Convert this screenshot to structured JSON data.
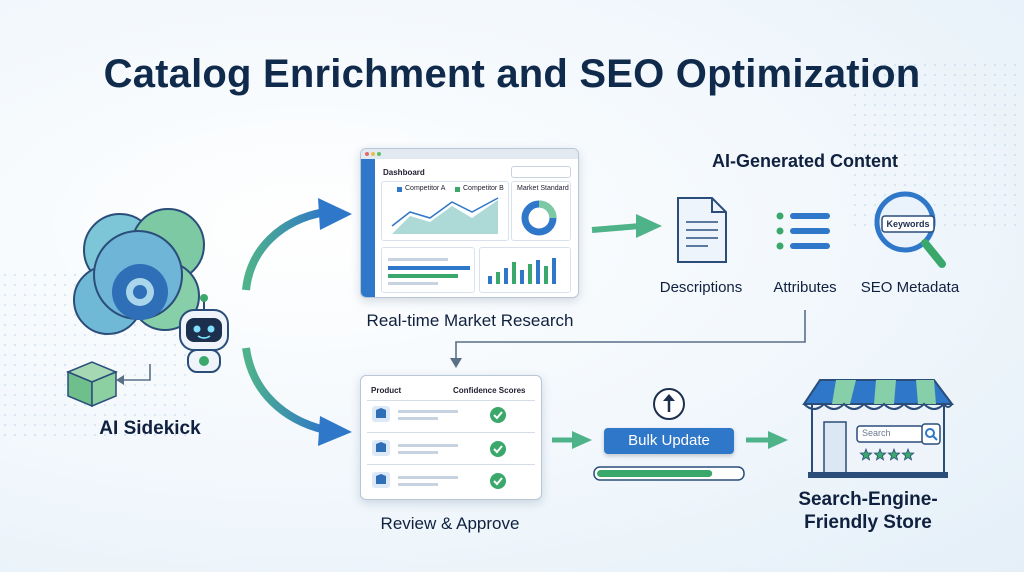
{
  "title": "Catalog Enrichment and SEO Optimization",
  "ai_sidekick": {
    "label": "AI Sidekick"
  },
  "market_research": {
    "label": "Real-time Market Research",
    "dashboard_title": "Dashboard",
    "legend": [
      "Competitor A",
      "Competitor B"
    ],
    "market_standard": "Market Standard"
  },
  "ai_content": {
    "heading": "AI-Generated Content",
    "items": [
      "Descriptions",
      "Attributes",
      "SEO Metadata"
    ],
    "keywords_tag": "Keywords"
  },
  "review": {
    "label": "Review & Approve",
    "col_product": "Product",
    "col_confidence": "Confidence Scores",
    "row_count": 3
  },
  "bulk_update": {
    "button": "Bulk Update",
    "progress": 0.8
  },
  "store": {
    "label_line1": "Search-Engine-",
    "label_line2": "Friendly Store",
    "search_placeholder": "Search",
    "stars": 4
  },
  "colors": {
    "navy": "#102a4c",
    "blue": "#2f77c9",
    "green": "#3aa86b",
    "teal": "#5fb8c9"
  }
}
